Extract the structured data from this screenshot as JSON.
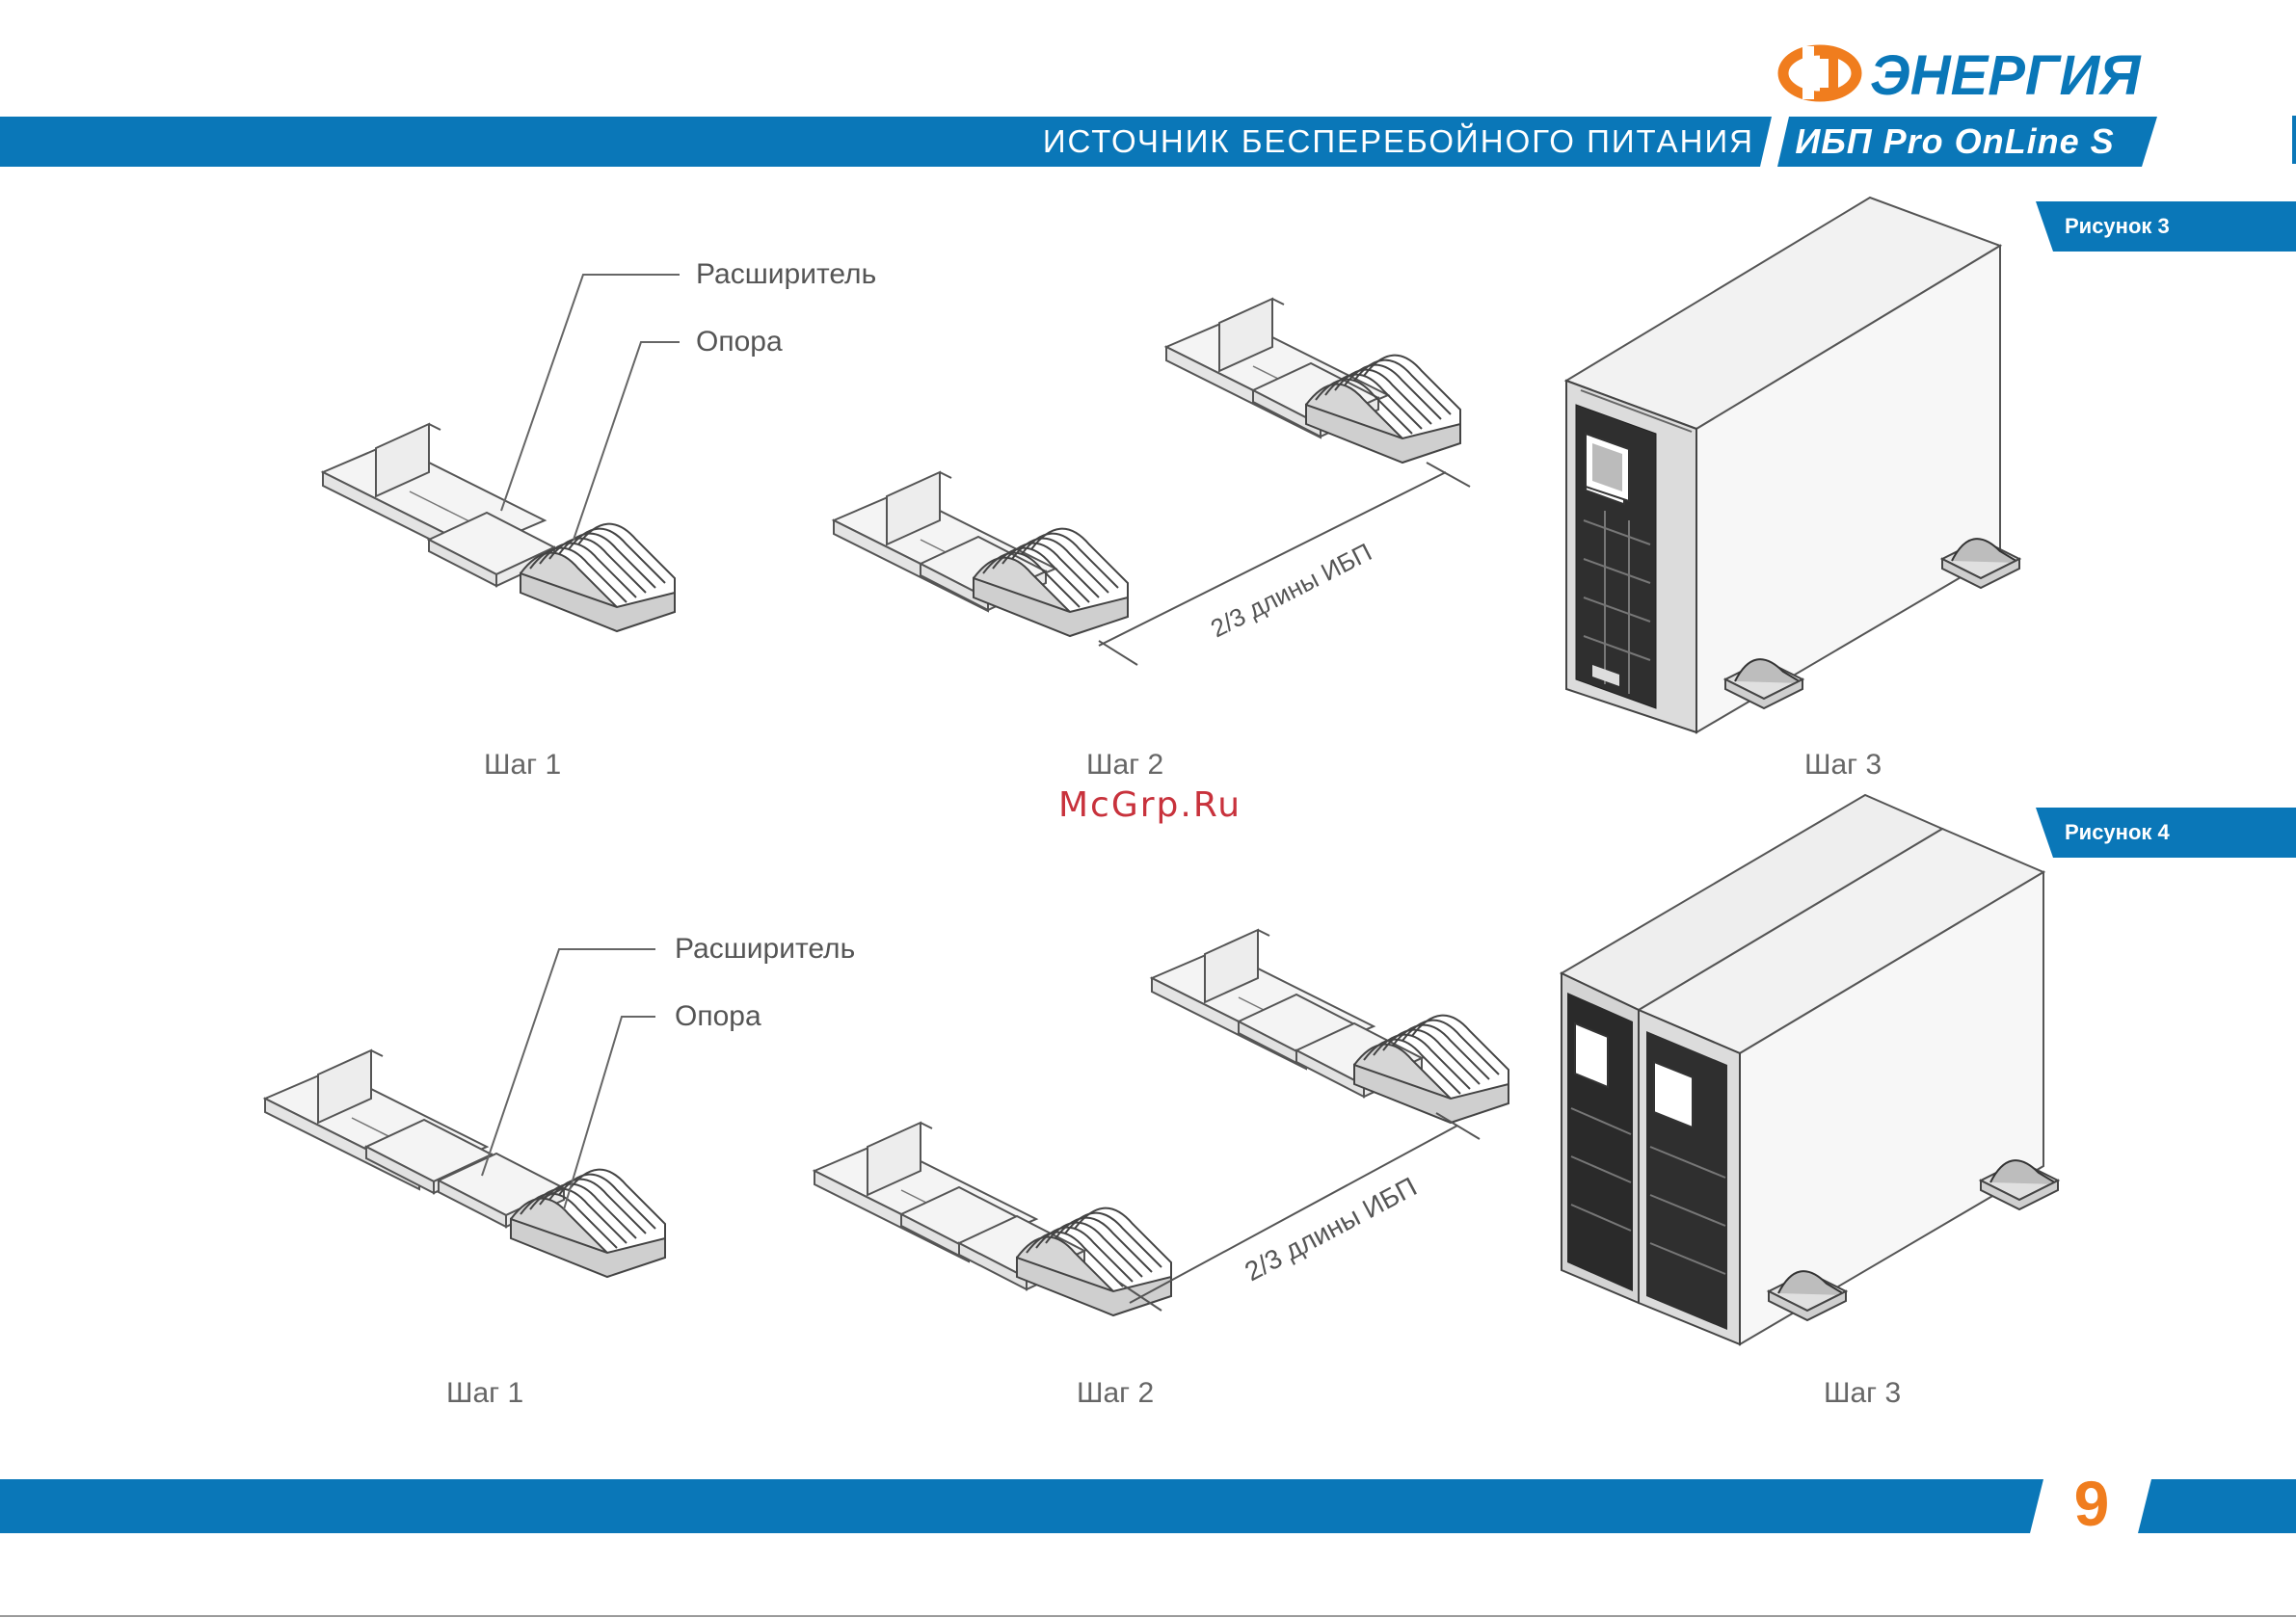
{
  "colors": {
    "brand_blue": "#0a77b8",
    "brand_orange": "#f07d1e",
    "line_gray": "#6a6a6a"
  },
  "header": {
    "logo_text": "ЭНЕРГИЯ",
    "title": "ИСТОЧНИК БЕСПЕРЕБОЙНОГО ПИТАНИЯ",
    "product": "ИБП Pro OnLine S"
  },
  "figure3": {
    "tag": "Рисунок 3",
    "callout_extender": "Расширитель",
    "callout_support": "Опора",
    "dimension_label": "2/3 длины ИБП",
    "step1": "Шаг 1",
    "step2": "Шаг 2",
    "step3": "Шаг 3"
  },
  "figure4": {
    "tag": "Рисунок 4",
    "callout_extender": "Расширитель",
    "callout_support": "Опора",
    "dimension_label": "2/3 длины ИБП",
    "step1": "Шаг 1",
    "step2": "Шаг 2",
    "step3": "Шаг 3"
  },
  "watermark": "McGrp.Ru",
  "footer": {
    "page_number": "9"
  }
}
